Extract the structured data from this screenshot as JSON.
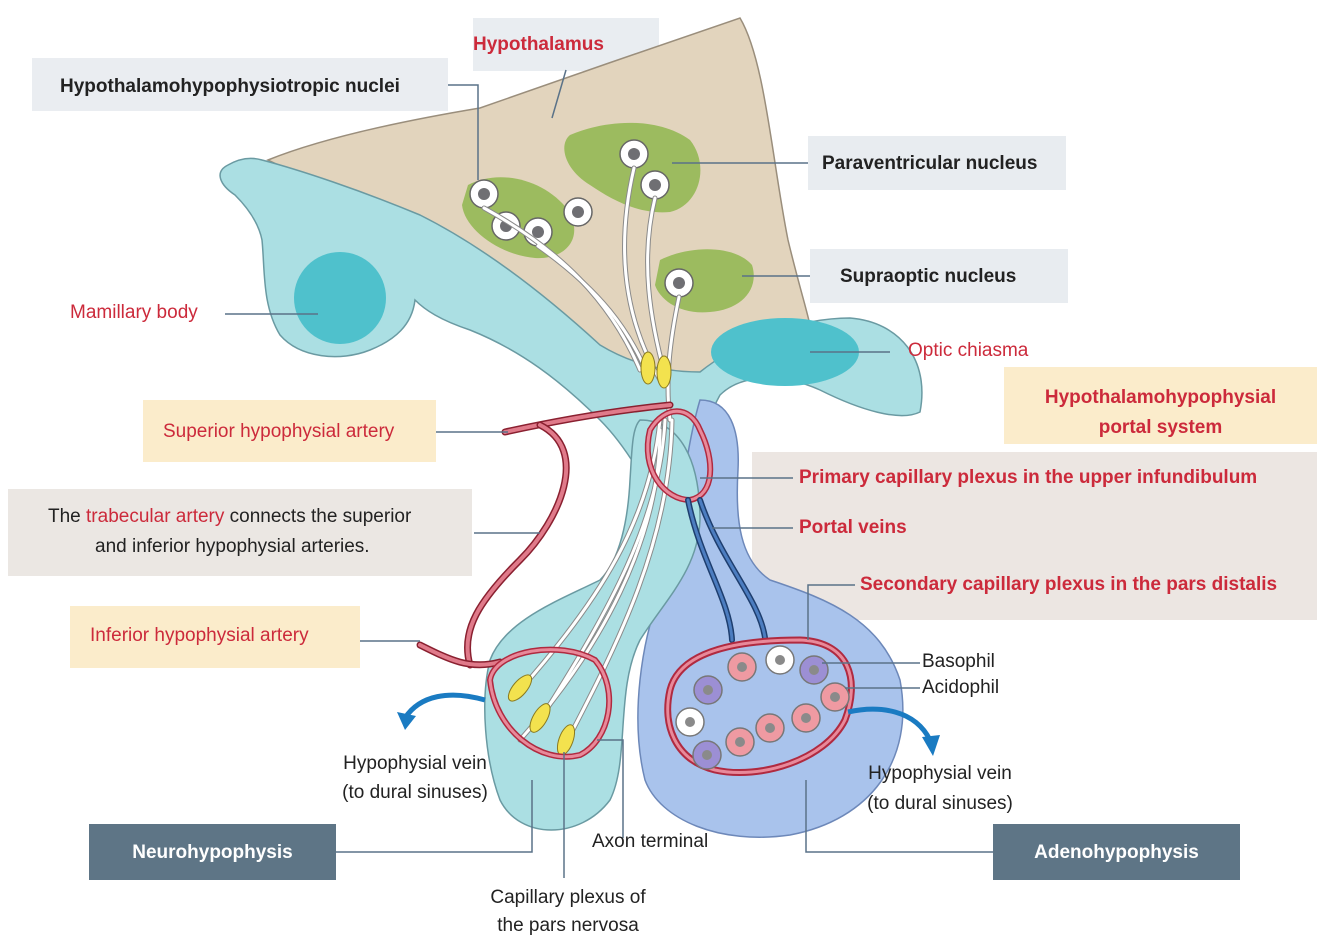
{
  "colors": {
    "hypothalamus": "#e2d4bd",
    "nucleus": "#9cbb5f",
    "brain_stalk": "#abdfe3",
    "mamillary_core": "#4fc1cc",
    "adenohypophysis": "#a9c3ec",
    "artery_red": "#d64a5f",
    "portal_vein_blue": "#2c5d9c",
    "axon_white": "#ffffff",
    "label_red": "#cc2a3b",
    "box_beige": "#fbeccb",
    "box_grey": "#eceff2",
    "box_dark": "#5e7586"
  },
  "labels": {
    "hypothalamus": "Hypothalamus",
    "hypophysiotropic_nuclei": "Hypothalamohypophysiotropic nuclei",
    "paraventricular_nucleus": "Paraventricular nucleus",
    "supraoptic_nucleus": "Supraoptic nucleus",
    "mamillary_body": "Mamillary body",
    "optic_chiasma": "Optic chiasma",
    "portal_system_line1": "Hypothalamohypophysial",
    "portal_system_line2": "portal system",
    "superior_artery": "Superior hypophysial artery",
    "trabecular_prefix": "The ",
    "trabecular_term": "trabecular artery",
    "trabecular_suffix": " connects the superior",
    "trabecular_line2": "and inferior hypophysial arteries.",
    "primary_plexus": "Primary capillary plexus in the upper infundibulum",
    "portal_veins": "Portal veins",
    "secondary_plexus": "Secondary capillary plexus in the pars distalis",
    "inferior_artery": "Inferior hypophysial artery",
    "basophil": "Basophil",
    "acidophil": "Acidophil",
    "vein_left_line1": "Hypophysial vein",
    "vein_left_line2": "(to dural sinuses)",
    "vein_right_line1": "Hypophysial vein",
    "vein_right_line2": "(to dural sinuses)",
    "neurohypophysis": "Neurohypophysis",
    "adenohypophysis": "Adenohypophysis",
    "axon_terminal": "Axon terminal",
    "capillary_plexus_line1": "Capillary plexus of",
    "capillary_plexus_line2": "the pars nervosa"
  }
}
